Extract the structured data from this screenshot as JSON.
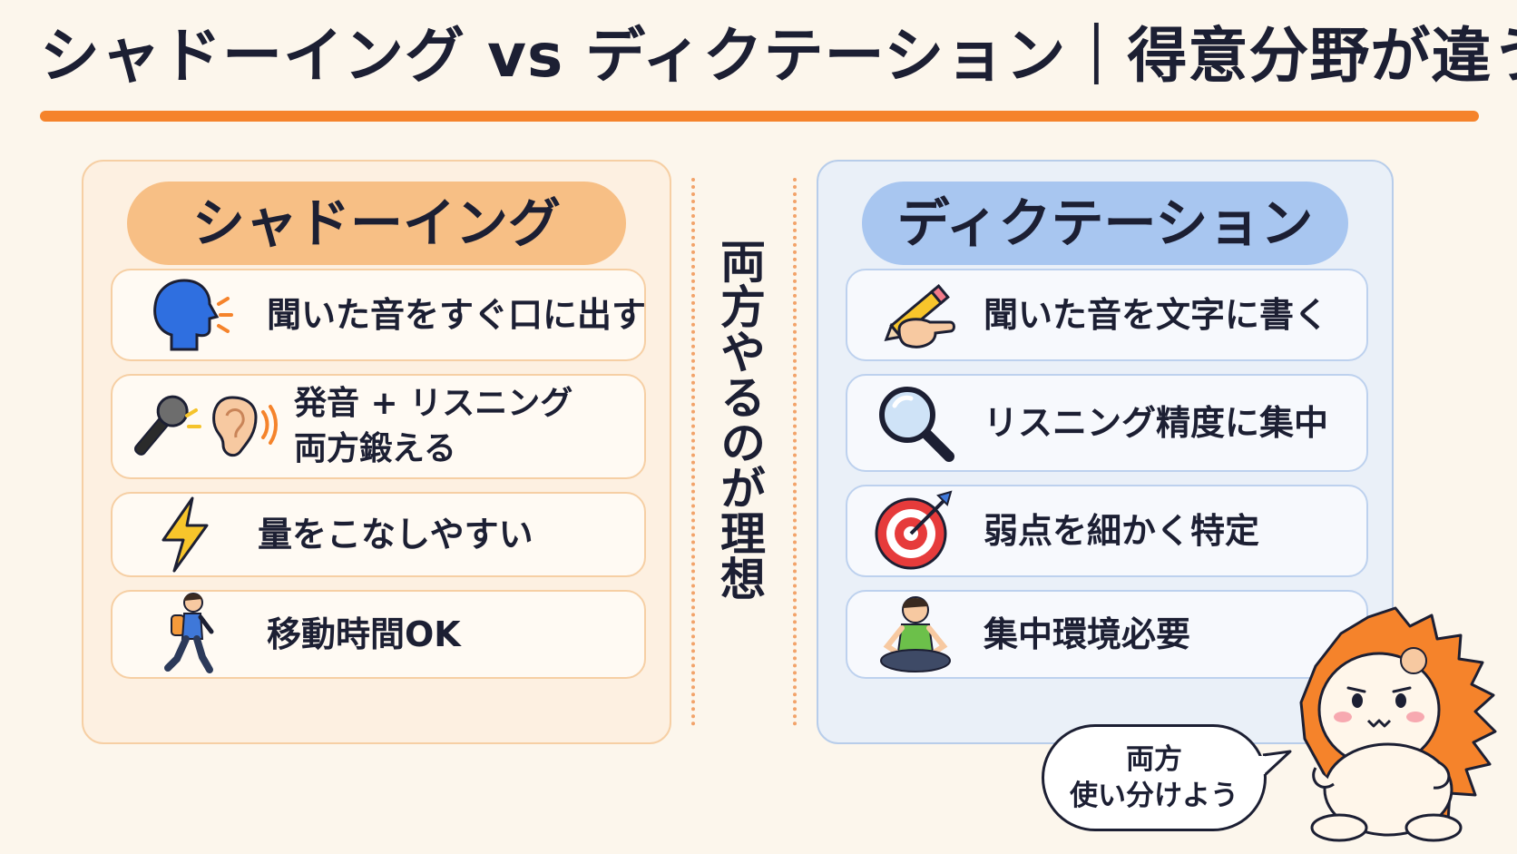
{
  "title": "シャドーイング vs ディクテーション｜得意分野が違う",
  "center": "両方やるのが理想",
  "left": {
    "heading": "シャドーイング",
    "items": [
      {
        "icon": "speaking-head-icon",
        "label": "聞いた音をすぐ口に出す"
      },
      {
        "icon": "microphone-ear-icon",
        "label_line1": "発音 + リスニング",
        "label_line2": "両方鍛える"
      },
      {
        "icon": "lightning-icon",
        "label": "量をこなしやすい"
      },
      {
        "icon": "walking-person-icon",
        "label": "移動時間OK"
      }
    ]
  },
  "right": {
    "heading": "ディクテーション",
    "items": [
      {
        "icon": "writing-hand-icon",
        "label": "聞いた音を文字に書く"
      },
      {
        "icon": "magnifier-icon",
        "label": "リスニング精度に集中"
      },
      {
        "icon": "target-icon",
        "label": "弱点を細かく特定"
      },
      {
        "icon": "meditating-person-icon",
        "label": "集中環境必要"
      }
    ]
  },
  "bubble": {
    "line1": "両方",
    "line2": "使い分けよう"
  },
  "colors": {
    "accent": "#f5832b",
    "left_pill": "#f7bf85",
    "right_pill": "#a8c6f0",
    "text": "#1c1f33"
  }
}
